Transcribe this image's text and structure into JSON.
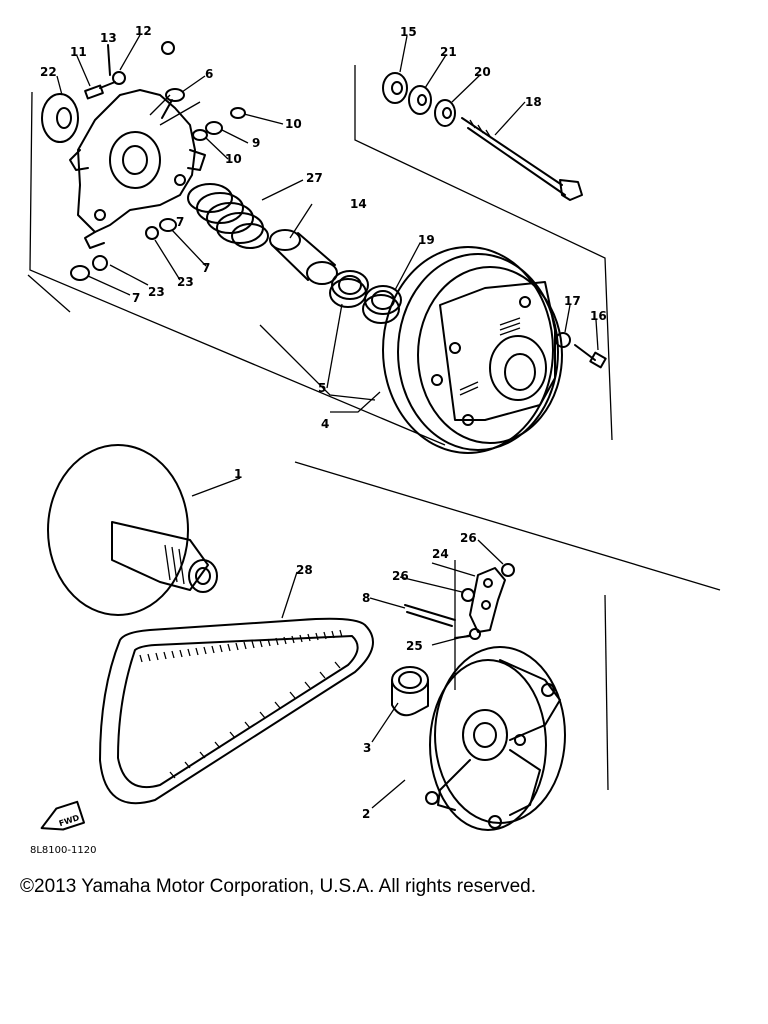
{
  "diagram": {
    "callouts": [
      "1",
      "2",
      "3",
      "4",
      "5",
      "6",
      "7",
      "7",
      "7",
      "8",
      "9",
      "10",
      "10",
      "11",
      "12",
      "13",
      "14",
      "15",
      "16",
      "17",
      "18",
      "19",
      "20",
      "21",
      "22",
      "23",
      "23",
      "24",
      "25",
      "26",
      "26",
      "27",
      "28"
    ],
    "fwd_badge": "FWD",
    "drawing_code": "8L8100-1120"
  },
  "footer": {
    "copyright": "©2013 Yamaha Motor Corporation, U.S.A. All rights reserved."
  }
}
